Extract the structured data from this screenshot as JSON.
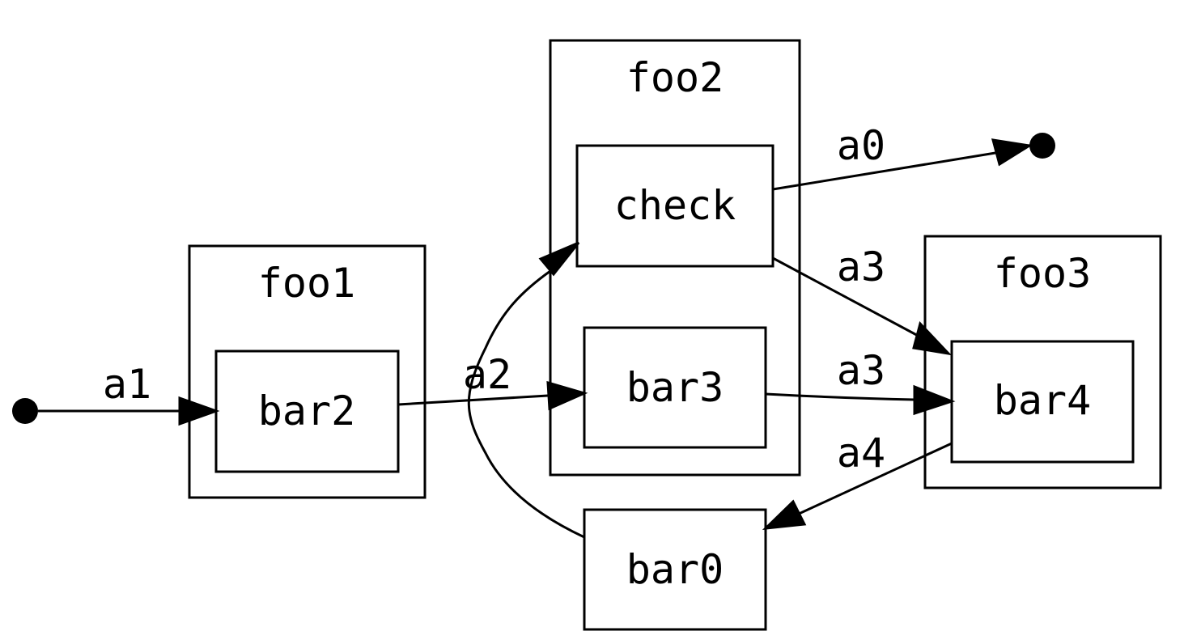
{
  "diagram": {
    "type": "state-machine",
    "clusters": [
      {
        "id": "foo1",
        "label": "foo1",
        "contains": [
          "bar2"
        ]
      },
      {
        "id": "foo2",
        "label": "foo2",
        "contains": [
          "check",
          "bar3"
        ]
      },
      {
        "id": "foo3",
        "label": "foo3",
        "contains": [
          "bar4"
        ]
      }
    ],
    "nodes": [
      {
        "id": "start",
        "label": "",
        "shape": "point"
      },
      {
        "id": "bar2",
        "label": "bar2",
        "shape": "box"
      },
      {
        "id": "check",
        "label": "check",
        "shape": "box"
      },
      {
        "id": "bar3",
        "label": "bar3",
        "shape": "box"
      },
      {
        "id": "bar4",
        "label": "bar4",
        "shape": "box"
      },
      {
        "id": "bar0",
        "label": "bar0",
        "shape": "box"
      },
      {
        "id": "end",
        "label": "",
        "shape": "point"
      }
    ],
    "edges": [
      {
        "from": "start",
        "to": "bar2",
        "label": "a1"
      },
      {
        "from": "bar2",
        "to": "bar3",
        "label": "a2"
      },
      {
        "from": "bar0",
        "to": "check",
        "label": ""
      },
      {
        "from": "check",
        "to": "end",
        "label": "a0"
      },
      {
        "from": "check",
        "to": "bar4",
        "label": "a3"
      },
      {
        "from": "bar3",
        "to": "bar4",
        "label": "a3"
      },
      {
        "from": "bar4",
        "to": "bar0",
        "label": "a4"
      }
    ]
  }
}
